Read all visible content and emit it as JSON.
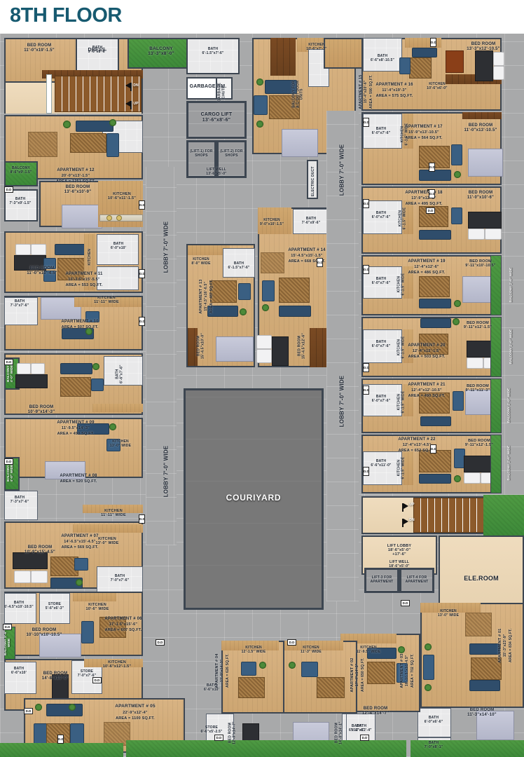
{
  "page": {
    "title": "8TH FLOOR",
    "title_color": "#175a70"
  },
  "courtyard": {
    "label": "COURIYARD"
  },
  "lobby": {
    "left_upper": "LOBBY 7'-0\" WIDE",
    "left_lower": "LOBBY 7'-0\" WIDE",
    "right_upper": "LOBBY 7'-0\" WIDE",
    "right_lower": "LOBBY 7'-0\" WIDE"
  },
  "services": {
    "garbage_room": "GARBAGE RM.",
    "garbage_chute": "GARBAGE\nCHUTE",
    "cargo_lift": "CARGO LIFT\n13'-6\"x8'-6\"",
    "lift1": "(LIFT-1) FOR\nSHOPS",
    "lift2": "(LIFT-2) FOR\nSHOPS",
    "lift_well_top": "LIFT WELL\n13'-6\"x5'-0\"",
    "electric_duct": "ELECTRIC DUCT",
    "balcony_ac": "BALCONY FOR\nA.C OUT DOOR\nUNITS",
    "lift_lobby": "LIFT LOBBY\n18'-6\"x5'-0\"\n+17'-6\"",
    "lift_well_bottom": "LIFT WELL\n18'-6\"x5'-0\"",
    "lift3": "LIFT-3 FOR\nAPARTMENT",
    "lift4": "LIFT-4 FOR\nAPARTMENT",
    "ele_room": "ELE.ROOM"
  },
  "stairs": {
    "up": "UP",
    "down": "DN"
  },
  "apartments": [
    {
      "id": "01",
      "title": "APARTMENT # 01",
      "dims": "15'-3\"x23'-9\"",
      "area": "AREA = 834 SQ.FT."
    },
    {
      "id": "02",
      "title": "APARTMENT # 02",
      "dims": "17'-4\"x14'-3\"",
      "area": "AREA = 650 SQ.FT."
    },
    {
      "id": "03",
      "title": "APARTMENT # 03",
      "dims": "16'-10.5\"x16'-4.5\"",
      "area": "AREA = 702 SQ.FT."
    },
    {
      "id": "04",
      "title": "APARTMENT # 04",
      "dims": "17'-9\"x14'-3\"",
      "area": "AREA = 626 SQ.FT."
    },
    {
      "id": "05",
      "title": "APARTMENT # 05",
      "dims": "22'-9\"x12'-4\"",
      "area": "AREA = 1100 SQ.FT."
    },
    {
      "id": "06",
      "title": "APARTMENT # 06",
      "dims": "17'-1.5\"x15'-6\"",
      "area": "AREA = 607 SQ.FT."
    },
    {
      "id": "07",
      "title": "APARTMENT # 07",
      "dims": "14'-6.5\"x15'-4.5\"",
      "area": "AREA = 569 SQ.FT."
    },
    {
      "id": "08",
      "title": "APARTMENT # 08",
      "dims": "",
      "area": "AREA = 520 SQ.FT."
    },
    {
      "id": "09",
      "title": "APARTMENT # 09",
      "dims": "11'-9.5\"x14'-3\"",
      "area": "AREA = 490 SQ.FT."
    },
    {
      "id": "10",
      "title": "APARTMENT # 10",
      "dims": "",
      "area": "AREA = 507 SQ.FT."
    },
    {
      "id": "11",
      "title": "APARTMENT # 11",
      "dims": "13'-3.5\"x15'-5.5\"",
      "area": "AREA = 553 SQ.FT."
    },
    {
      "id": "12",
      "title": "APARTMENT # 12",
      "dims": "20'-0\"x13'-1.5\"",
      "area": "AREA = 1251 SQ.FT."
    },
    {
      "id": "13",
      "title": "APARTMENT # 13",
      "dims": "15'-4.5\"x16'-6.5\"",
      "area": "AREA = 487 SQ.FT."
    },
    {
      "id": "14",
      "title": "APARTMENT # 14",
      "dims": "15'-4.5\"x15'-1.5\"",
      "area": "AREA = 668 SQ.FT."
    },
    {
      "id": "15",
      "title": "APARTMENT # 15",
      "dims": "15'-4\"x20'-6\"",
      "area": "AREA = 590 SQ.FT."
    },
    {
      "id": "16",
      "title": "APARTMENT # 16",
      "dims": "11'-4\"x19'-3\"",
      "area": "AREA = 575 SQ.FT."
    },
    {
      "id": "17",
      "title": "APARTMENT # 17",
      "dims": "15'-9\"x13'-10.5\"",
      "area": "AREA = 564 SQ.FT."
    },
    {
      "id": "18",
      "title": "APARTMENT # 18",
      "dims": "13'-9\"x12'-6\"",
      "area": "AREA = 495 SQ.FT."
    },
    {
      "id": "19",
      "title": "APARTMENT # 19",
      "dims": "12'-4\"x12'-6\"",
      "area": "AREA = 486 SQ.FT."
    },
    {
      "id": "20",
      "title": "APARTMENT # 20",
      "dims": "12'-4\"x12'-1.5\"",
      "area": "AREA = 503 SQ.FT."
    },
    {
      "id": "21",
      "title": "APARTMENT # 21",
      "dims": "12'-4\"x12'-10.5\"",
      "area": "AREA = 490 SQ.FT."
    },
    {
      "id": "22",
      "title": "APARTMENT # 22",
      "dims": "12'-4\"x13'-4.5\"",
      "area": "AREA = 652 SQ.FT."
    }
  ],
  "rooms": {
    "bed_12": "BED ROOM\n11'-0\"x19'-1.5\"",
    "dress_12": "DRESS",
    "bath_12": "BATH\n9'-6\"x8'-6\"",
    "balcony_top": "BALCONY\n13'-3\"x8'-0\"",
    "bed_12b": "BED ROOM\n13'-6\"x10'-9\"",
    "kitchen_12": "KITCHEN\n10'-6\"x11'-1.5\"",
    "balcony_12": "BALCONY\n8'-6\"x9'-1.5\"",
    "bath_12b": "BATH\n7'-3\"x9'-1.5\"",
    "bed_11": "BED ROOM\n11'-0\"x10'-4.5\"",
    "bath_11": "BATH\n6'-0\"x10'",
    "kitchen_11": "KITCHEN",
    "kitchen_10": "KITCHEN\n11'-11\" WIDE",
    "bath_10": "BATH\n7'-3\"x7'-6\"",
    "balcony_10": "BALCONY\n4'-0\" WIDE",
    "bed_09": "BED ROOM\n10'-9\"x14'-3\"",
    "kitchen_09": "KITCHEN\n13'-0\" WIDE",
    "bath_09": "BATH\n6'-6\"x7'-6\"",
    "balcony_08": "BALCONY\n4'-0\" WIDE",
    "bath_08": "BATH\n7'-3\"x7'-6\"",
    "kitchen_08": "KITCHEN\n11'-11\" WIDE",
    "bed_07": "BED ROOM\n10'-9\"x15'-4.5\"",
    "kitchen_07": "KITCHEN\n13'-0\" WIDE",
    "bath_07": "BATH\n7'-0\"x7'-6\"",
    "store_06": "STORE\n5'-6\"x6'-3\"",
    "kitchen_06": "KITCHEN\n10'-6\" WIDE",
    "bed_06": "BED ROOM\n10'-10\"x10'-10.5\"",
    "balcony_06": "BALCONY 2'-6\" WIDE",
    "bath_06": "BATH\n6'-4.5\"x10'-10.5\"",
    "bed_05": "BED ROOM\n14'-8\"x10'-0\"",
    "store_05": "STORE\n7'-0\"x7'-6\"",
    "kitchen_05": "KITCHEN\n10'-6\"x12'-1.5\"",
    "bath_05": "BATH\n6'-6\"x10'",
    "store_05b": "STORE\n6'-6\"x5'-2.5\"",
    "bath_04": "BATH\n6'-6\"x10'",
    "store_04": "STORE\n6'-6\"x5'-2.5\"",
    "kitchen_04": "KITCHEN\n12'-1.5\" WIDE",
    "bed_04": "BED ROOM\n12'-3\"x14'-7\"",
    "kitchen_03": "KITCHEN\n11'-3\" WIDE",
    "bed_03": "BED ROOM\n14'-0\"x14'-1\"",
    "bath_03": "BATH\n5'-6\"x12'-4\"",
    "kitchen_02": "KITCHEN\n11'-9.5\" WIDE",
    "bed_02": "BED ROOM\n12'-4\"x14'-7\"",
    "bath_02": "BATH\n6'x12'-4\"",
    "kitchen_01": "KITCHEN\n13'-0\" WIDE",
    "bed_01": "BED ROOM\n11'-3\"x14'-10\"",
    "bath_01a": "BATH\n6'-0\"x6'-6\"",
    "bath_01b": "BATH\n7'-0\"x8'-1\"",
    "kitchen_13": "KITCHEN\n8'-0\" WIDE",
    "bath_13": "BATH\n6'-1.5\"x7'-6\"",
    "bed_13": "BED ROOM\n15'-4.5\"x10'-0\"",
    "kitchen_14": "KITCHEN\n9'-0\"x10'-1.5\"",
    "bath_14": "BATH\n7'-6\"x9'-6\"",
    "bed_14": "BED ROOM\n15'-4.5\"x12'-6\"",
    "kitchen_15": "KITCHEN\n10'-6\"x7'-3\"",
    "bath_15": "BATH\n6'-1.5\"x7'-6\"",
    "bath_16": "BATH\n6'-6\"x8'-10.5\"",
    "kitchen_16": "KITCHEN\n10'-6\"x6'-0\"",
    "bed_16": "BED ROOM\n13'-3\"x12'-10.5\"",
    "bath_17": "BATH\n6'-0\"x7'-6\"",
    "kitchen_17": "KITCHEN\n6'-1.5\" WIDE",
    "bed_17": "BED ROOM\n11'-0\"x13'-10.5\"",
    "bath_18": "BATH\n6'-0\"x7'-6\"",
    "kitchen_18": "KITCHEN\n6'-1.5\" WIDE",
    "bed_18": "BED ROOM\n11'-0\"x10'-6\"",
    "bath_19": "BATH\n6'-0\"x7'-6\"",
    "kitchen_19": "KITCHEN\n6'-1.5\" WIDE",
    "bed_19": "BED ROOM\n9'-11\"x10'-10.5\"",
    "bath_20": "BATH\n6'-0\"x7'-6\"",
    "kitchen_20": "KITCHEN\n6'-1.5\" WIDE",
    "bed_20": "BED ROOM\n9'-11\"x12'-1.5\"",
    "bath_21": "BATH\n6'-0\"x7'-6\"",
    "kitchen_21": "KITCHEN\n6'-1.5\" WIDE",
    "bed_21": "BED ROOM\n9'-11\"x11'-3\"",
    "bath_22": "BATH\n6'-6\"x11'-0\"",
    "kitchen_22": "KITCHEN\n6'-1.5\" WIDE",
    "bed_22": "BED ROOM\n9'-11\"x12'-1.5\"",
    "balcony_r1": "BALCONY 2'-6\" WIDE",
    "balcony_r2": "BALCONY 2'-6\" WIDE",
    "balcony_r3": "BALCONY 2'-9\" WIDE",
    "balcony_r4": "BALCONY 2'-6\" WIDE",
    "balcony_r5": "BALCONY 2'-6\" WIDE"
  },
  "badges": {
    "dd": "D.D"
  }
}
